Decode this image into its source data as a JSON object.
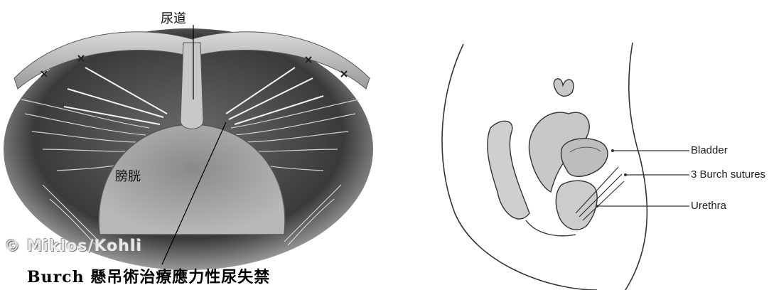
{
  "left_panel": {
    "urethra_label": "尿道",
    "bladder_label": "膀胱",
    "copyright": "© Miklos/Kohli",
    "caption": "Burch 懸吊術治療應力性尿失禁"
  },
  "right_panel": {
    "labels": {
      "bladder": "Bladder",
      "sutures": "3 Burch sutures",
      "urethra": "Urethra"
    }
  }
}
